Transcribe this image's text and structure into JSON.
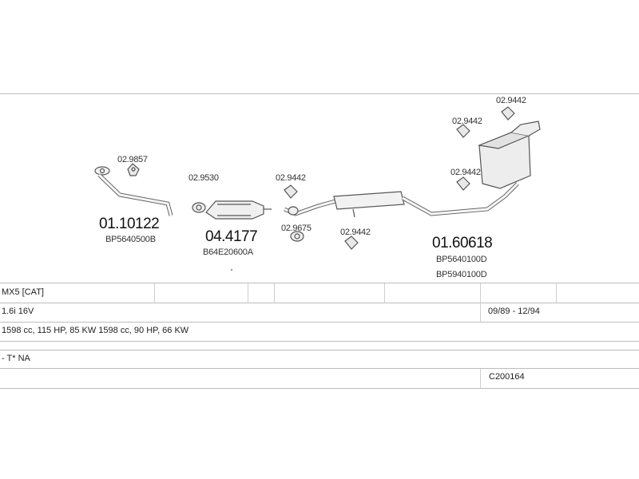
{
  "parts": {
    "clamp_front": "02.9857",
    "gasket_cat": "02.9530",
    "hanger_a": "02.9442",
    "gasket_mid": "02.9675",
    "hanger_b": "02.9442",
    "hanger_c": "02.9442",
    "hanger_d": "02.9442",
    "hanger_e": "02.9442",
    "front_pipe_code": "01.10122",
    "front_pipe_ref": "BP5640500B",
    "catalyst_code": "04.4177",
    "catalyst_ref": "B64E20600A",
    "rear_system_code": "01.60618",
    "rear_system_ref_1": "BP5640100D",
    "rear_system_ref_2": "BP5940100D"
  },
  "table": {
    "model": "MX5  [CAT]",
    "engine": "1.6i 16V",
    "years": "09/89 - 12/94",
    "specs": "1598 cc, 115 HP, 85 KW 1598 cc, 90 HP, 66 KW",
    "notes": "- T* NA",
    "catalog_no": "C200164"
  },
  "colors": {
    "line": "#555555",
    "pipe_fill": "#f2f2f2",
    "grid": "#bdbdbd"
  },
  "icons": [
    "gasket-icon",
    "hanger-icon",
    "clamp-icon",
    "pipe-icon",
    "catalyst-icon",
    "muffler-icon"
  ]
}
